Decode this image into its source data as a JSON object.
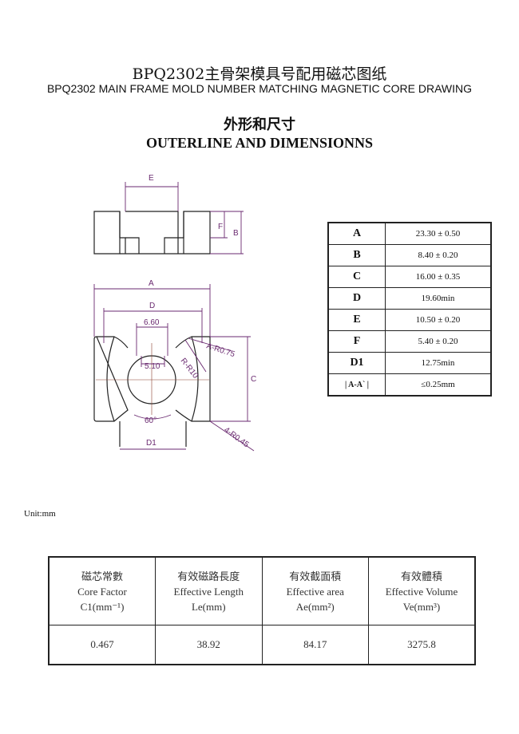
{
  "title": "BPQ2302主骨架模具号配用磁芯图纸",
  "subtitle": "BPQ2302 MAIN FRAME MOLD NUMBER MATCHING MAGNETIC CORE DRAWING",
  "section_cn": "外形和尺寸",
  "section_en": "OUTERLINE AND DIMENSIONNS",
  "drawing": {
    "labels": {
      "E": "E",
      "F": "F",
      "B": "B",
      "A": "A",
      "D": "D",
      "C": "C",
      "D1": "D1",
      "w660": "6.60",
      "w510": "5.10",
      "angle": "60°",
      "r1": "A-R0.75",
      "r2": "R-R10",
      "r3": "4-R0.45"
    },
    "line_color": "#222222",
    "dim_color": "#6a2a70"
  },
  "dimensions": [
    {
      "key": "A",
      "value": "23.30 ± 0.50"
    },
    {
      "key": "B",
      "value": "8.40 ± 0.20"
    },
    {
      "key": "C",
      "value": "16.00 ± 0.35"
    },
    {
      "key": "D",
      "value": "19.60min"
    },
    {
      "key": "E",
      "value": "10.50 ± 0.20"
    },
    {
      "key": "F",
      "value": "5.40 ± 0.20"
    },
    {
      "key": "D1",
      "value": "12.75min"
    },
    {
      "key": "| A-A` |",
      "value": "≤0.25mm"
    }
  ],
  "unit": "Unit:mm",
  "core": {
    "headers": [
      {
        "cn": "磁芯常數",
        "en": "Core Factor",
        "sym": "C1(mm⁻¹)"
      },
      {
        "cn": "有效磁路長度",
        "en": "Effective Length",
        "sym": "Le(mm)"
      },
      {
        "cn": "有效截面積",
        "en": "Effective area",
        "sym": "Ae(mm²)"
      },
      {
        "cn": "有效體積",
        "en": "Effective Volume",
        "sym": "Ve(mm³)"
      }
    ],
    "values": [
      "0.467",
      "38.92",
      "84.17",
      "3275.8"
    ]
  }
}
